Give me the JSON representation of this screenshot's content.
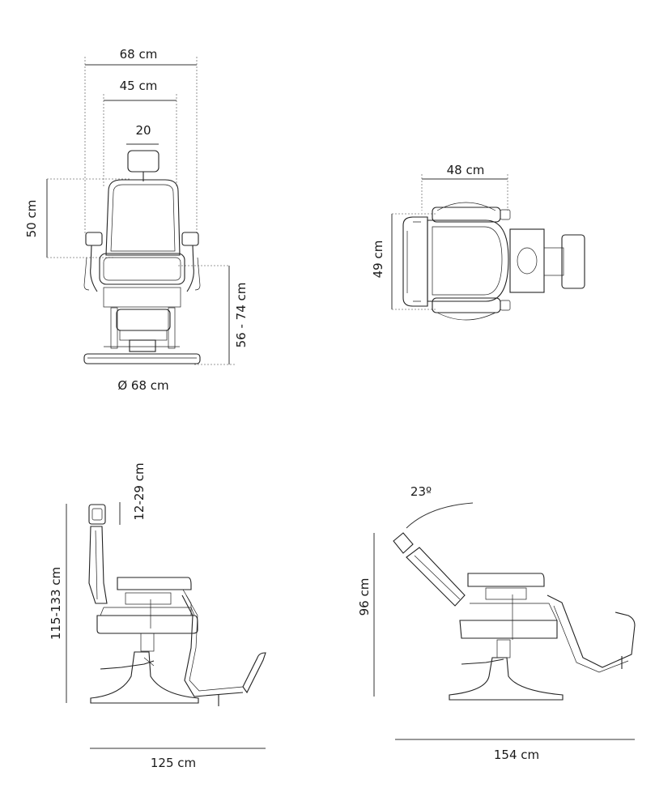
{
  "front_view": {
    "overall_width": "68 cm",
    "seat_width": "45 cm",
    "headrest_width": "20",
    "backrest_height": "50 cm",
    "seat_height": "56 - 74 cm",
    "base_diameter": "Ø 68 cm"
  },
  "top_view": {
    "seat_width": "48 cm",
    "seat_depth": "49 cm"
  },
  "side_view": {
    "headrest_adjust": "12-29 cm",
    "total_height": "115-133 cm",
    "length": "125 cm"
  },
  "reclined_view": {
    "recline_angle": "23º",
    "height": "96 cm",
    "length": "154 cm"
  }
}
